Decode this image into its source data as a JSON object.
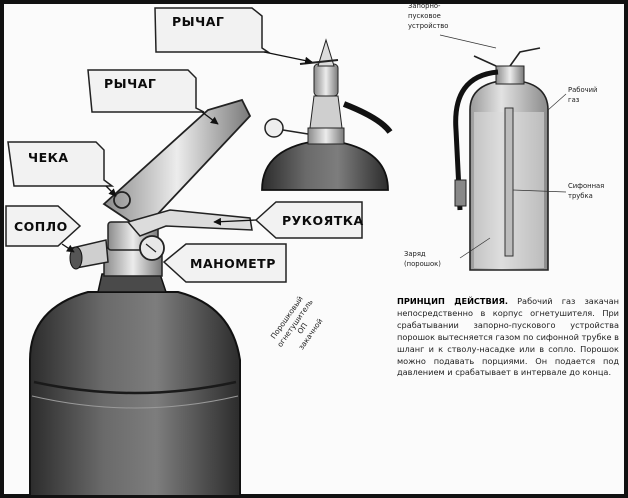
{
  "labels": {
    "lever_top": "РЫЧАГ",
    "lever": "РЫЧАГ",
    "pin": "ЧЕКА",
    "nozzle": "СОПЛО",
    "handle": "РУКОЯТКА",
    "gauge": "МАНОМЕТР"
  },
  "side_notes": {
    "device_line1": "Запорно-",
    "device_line2": "пусковое",
    "device_line3": "устройство",
    "gas_line1": "Рабочий",
    "gas_line2": "газ",
    "tube_line1": "Сифонная",
    "tube_line2": "трубка",
    "charge_line1": "Заряд",
    "charge_line2": "(порошок)"
  },
  "principle": {
    "heading": "ПРИНЦИП ДЕЙСТВИЯ.",
    "text": "Рабочий газ закачан непосредственно в корпус огнетушителя. При срабатывании запорно-пускового устройства порошок вытесняется газом по сифонной трубке в шланг и к стволу-насадке или в сопло. Порошок можно подавать порциями. Он подается под давлением и срабатывает в интервале до конца."
  },
  "rotated": {
    "line1": "Порошковый",
    "line2": "огнетушитель",
    "line3": "ОП",
    "line4": "закачной"
  }
}
